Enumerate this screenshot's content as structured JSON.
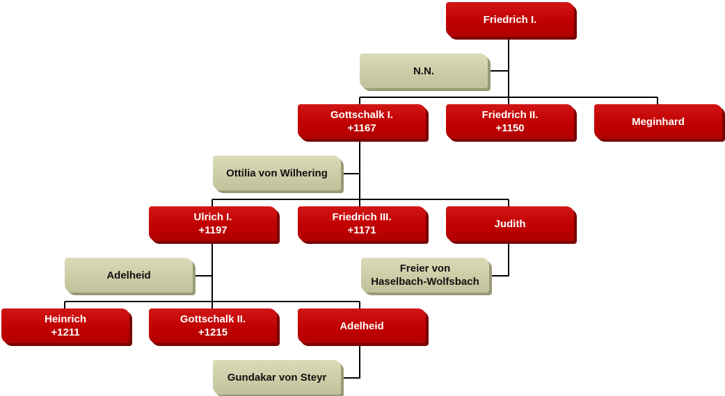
{
  "family_tree": {
    "friedrich_1": [
      "Friedrich I."
    ],
    "nn": [
      "N.N."
    ],
    "gottschalk_1": [
      "Gottschalk I.",
      "+1167"
    ],
    "friedrich_2": [
      "Friedrich II.",
      "+1150"
    ],
    "meginhard": [
      "Meginhard"
    ],
    "ottilia": [
      "Ottilia von Wilhering"
    ],
    "ulrich_1": [
      "Ulrich I.",
      "+1197"
    ],
    "friedrich_3": [
      "Friedrich III.",
      "+1171"
    ],
    "judith": [
      "Judith"
    ],
    "adelheid_spouse": [
      "Adelheid"
    ],
    "freier": [
      "Freier von",
      "Haselbach-Wolfsbach"
    ],
    "heinrich": [
      "Heinrich",
      "+1211"
    ],
    "gottschalk_2": [
      "Gottschalk II.",
      "+1215"
    ],
    "adelheid_daughter": [
      "Adelheid"
    ],
    "gundakar": [
      "Gundakar von Steyr"
    ]
  },
  "colors": {
    "person": "#c00000",
    "spouse": "#cccca8",
    "connector": "#000000"
  }
}
